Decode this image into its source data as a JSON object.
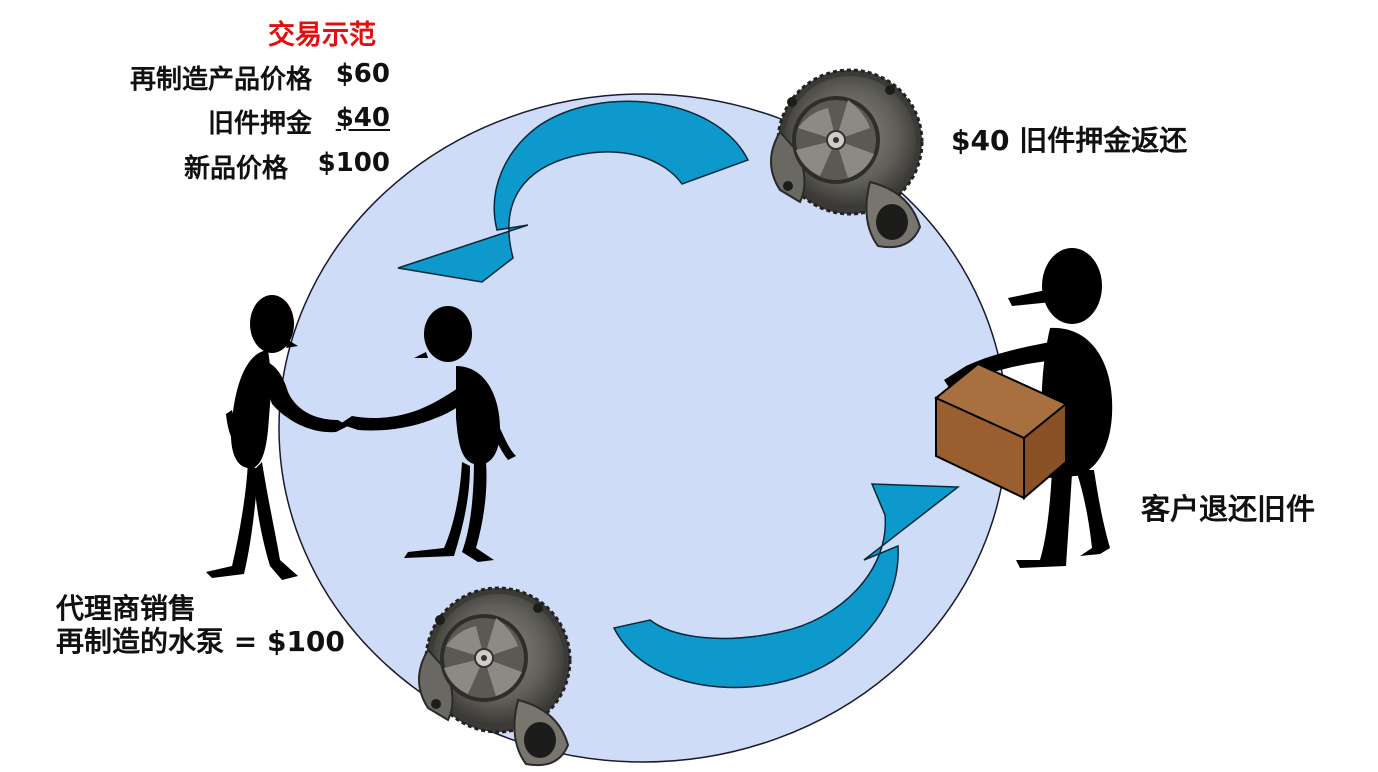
{
  "colors": {
    "circle_fill": "#cfdcf7",
    "circle_stroke": "#1a1a2e",
    "arrow_fill": "#0e99cc",
    "arrow_stroke": "#0b2838",
    "title_red": "#e01010",
    "box_brown": "#9b5e2e"
  },
  "price_panel": {
    "title": "交易示范",
    "rows": [
      {
        "label": "再制造产品价格",
        "value": "$60"
      },
      {
        "label": "旧件押金",
        "value": "$40"
      },
      {
        "label": "新品价格",
        "value": "$100"
      }
    ]
  },
  "labels": {
    "deposit_return": "$40 旧件押金返还",
    "customer_return": "客户退还旧件",
    "dealer_sale_line1": "代理商销售",
    "dealer_sale_line2": "再制造的水泵 = $100"
  },
  "icons": [
    "water-pump-icon",
    "handshake-figures-icon",
    "person-carrying-box-icon",
    "curved-arrow-icon"
  ]
}
